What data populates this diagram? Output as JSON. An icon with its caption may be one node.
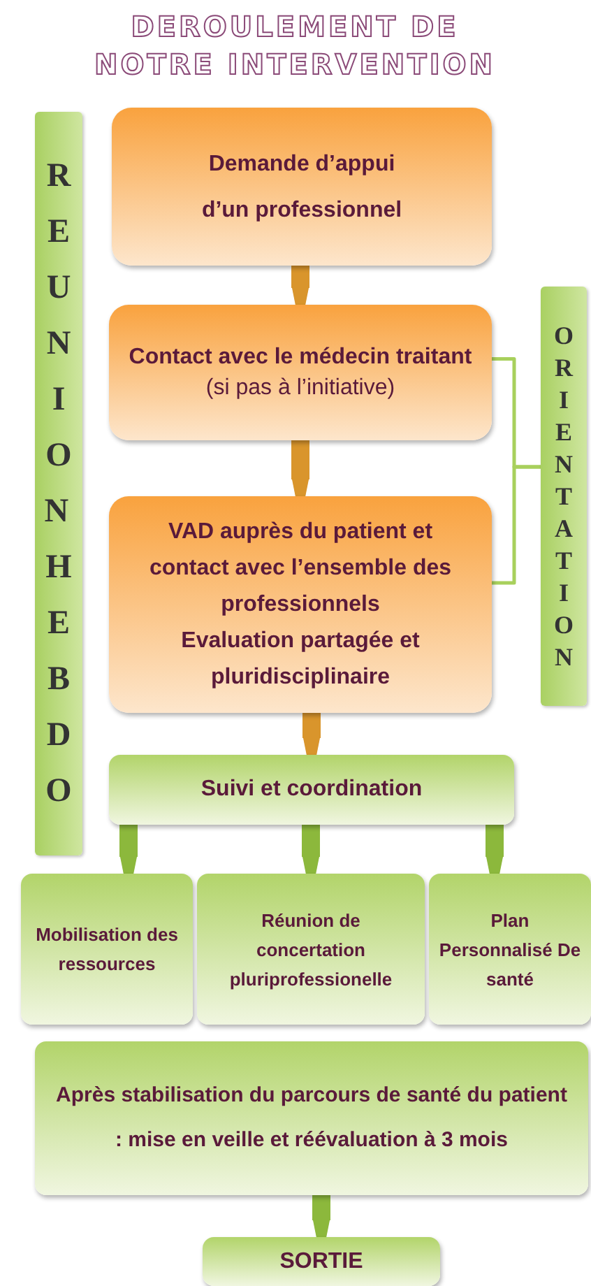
{
  "diagram": {
    "title": "DEROULEMENT DE NOTRE INTERVENTION",
    "nodes": [
      {
        "text": [
          "REUNION HEBDO"
        ]
      },
      {
        "text": [
          "Demande d’appui d’un professionnel"
        ]
      },
      {
        "text": [
          "Contact avec le médecin traitant",
          "(si pas à l’initiative)"
        ]
      },
      {
        "text": [
          "ORIENTATION"
        ]
      },
      {
        "text": [
          "VAD auprès du patient et contact avec l’ensemble des professionnels",
          "Evaluation partagée et pluridisciplinaire"
        ]
      },
      {
        "text": [
          "Suivi et coordination"
        ]
      },
      {
        "text": [
          "Mobilisation des ressources"
        ]
      },
      {
        "text": [
          "Réunion de concertation pluriprofessionelle"
        ]
      },
      {
        "text": [
          "Plan Personnalisé De santé"
        ]
      },
      {
        "text": [
          "Après stabilisation du parcours de santé du patient : mise en veille et réévaluation à 3 mois"
        ]
      },
      {
        "text": [
          "SORTIE"
        ]
      }
    ],
    "edges": [
      {
        "from": 1,
        "to": 2,
        "arrow": "to",
        "color": "#d9952c"
      },
      {
        "from": 2,
        "to": 4,
        "arrow": "to",
        "color": "#d9952c"
      },
      {
        "from": 4,
        "to": 5,
        "arrow": "to",
        "color": "#d9952c"
      },
      {
        "from": 5,
        "to": 6,
        "arrow": "to"
      },
      {
        "from": 5,
        "to": 7,
        "arrow": "to"
      },
      {
        "from": 5,
        "to": 8,
        "arrow": "to"
      },
      {
        "from": 9,
        "to": 10,
        "arrow": "to"
      },
      {
        "from": 2,
        "to": 3,
        "arrow": "none",
        "color": "#a8d05c"
      },
      {
        "from": 4,
        "to": 3,
        "arrow": "none",
        "color": "#a8d05c"
      }
    ]
  }
}
